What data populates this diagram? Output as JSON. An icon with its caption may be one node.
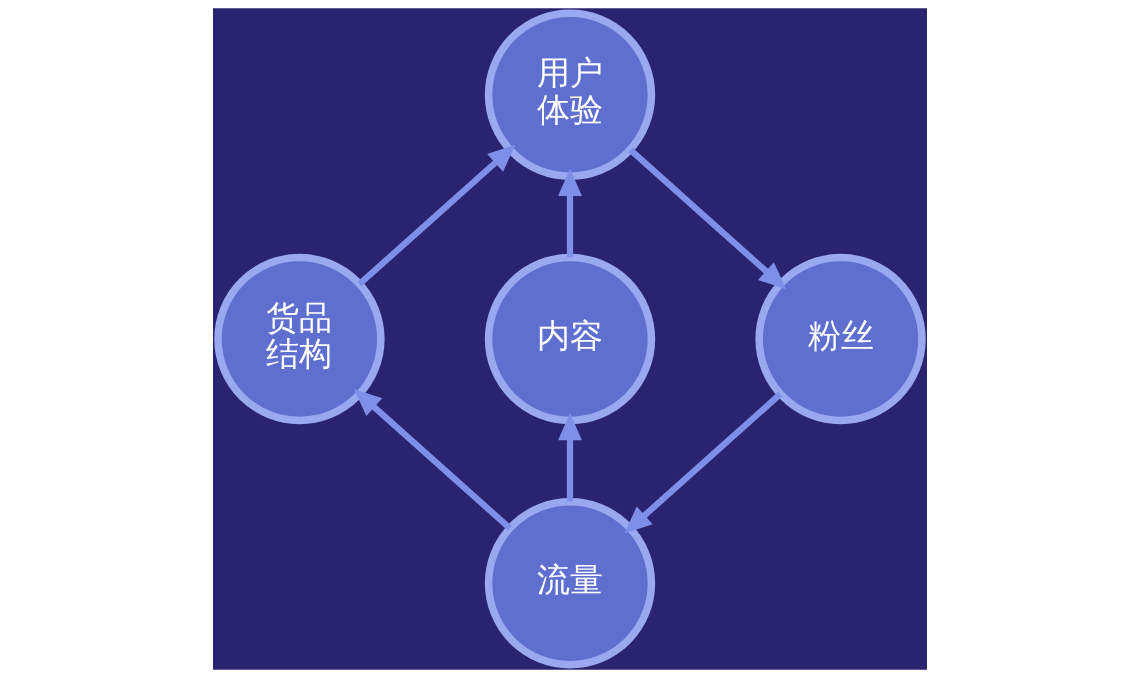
{
  "diagram": {
    "nodes": [
      {
        "text": [
          "用户体验"
        ]
      },
      {
        "text": [
          "货品结构"
        ]
      },
      {
        "text": [
          "内容"
        ]
      },
      {
        "text": [
          "粉丝"
        ]
      },
      {
        "text": [
          "流量"
        ]
      }
    ],
    "edges": [
      {
        "from": 1,
        "to": 0,
        "arrow": "to"
      },
      {
        "from": 0,
        "to": 3,
        "arrow": "to"
      },
      {
        "from": 3,
        "to": 4,
        "arrow": "to"
      },
      {
        "from": 4,
        "to": 1,
        "arrow": "to"
      },
      {
        "from": 4,
        "to": 2,
        "arrow": "to"
      },
      {
        "from": 2,
        "to": 0,
        "arrow": "to"
      }
    ]
  }
}
